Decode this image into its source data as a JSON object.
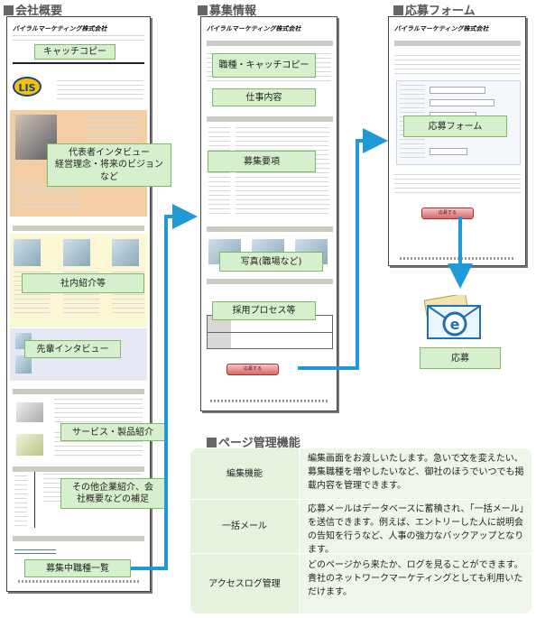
{
  "sections": {
    "company": "会社概要",
    "recruit": "募集情報",
    "apply": "応募フォーム",
    "management": "ページ管理機能"
  },
  "site_name": "バイラルマーケティング株式会社",
  "logo_text": "LIS",
  "company_tags": {
    "catch_copy": "キャッチコピー",
    "ceo_interview": [
      "代表者インタビュー",
      "経営理念・将来のビジョン",
      "など"
    ],
    "office": "社内紹介等",
    "senior": "先輩インタビュー",
    "service": "サービス・製品紹介",
    "other": [
      "その他企業紹介、会",
      "社概要などの補足"
    ],
    "job_list": "募集中職種一覧"
  },
  "recruit_tags": {
    "job_catch": "職種・キャッチコピー",
    "job_content": "仕事内容",
    "requirements": "募集要項",
    "photo": "写真(職場など)",
    "process": "採用プロセス等"
  },
  "apply_tags": {
    "form": "応募フォーム",
    "result": "応募"
  },
  "apply_button_label": "応募する",
  "management": {
    "rows": [
      {
        "feature": "編集機能",
        "desc": "編集画面をお渡しいたします。急いで文を変えたい、募集職種を増やしたいなど、御社のほうでいつでも掲載内容を管理できます。"
      },
      {
        "feature": "一括メール",
        "desc": "応募メールはデータベースに蓄積され、「一括メール」を送信できます。例えば、エントリーした人に説明会の告知を行うなど、人事の強力なバックアップとなります。"
      },
      {
        "feature": "アクセスログ管理",
        "desc": "どのページから来たか、ログを見ることができます。貴社のネットワークマーケティングとしても利用いただけます。"
      }
    ]
  },
  "colors": {
    "tag_fill": "#d6efcc",
    "tag_border": "#7fb86b",
    "arrow": "#1f9ad6",
    "table_left": "#e4f2de",
    "table_right": "#edf6e9"
  }
}
